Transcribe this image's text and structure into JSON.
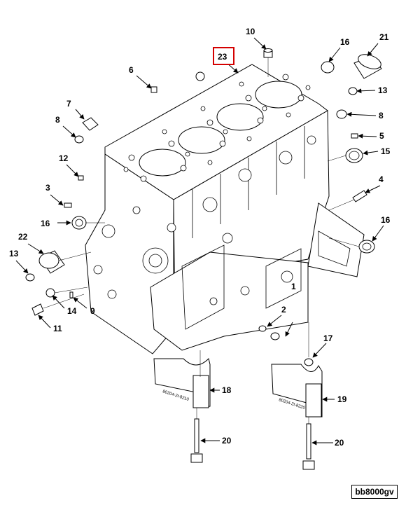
{
  "diagram": {
    "reference_code": "bb8000gv",
    "highlight_color": "#d40000",
    "highlighted_callout": "23",
    "callouts": [
      "1",
      "2",
      "3",
      "4",
      "5",
      "6",
      "7",
      "8",
      "8",
      "9",
      "10",
      "11",
      "12",
      "13",
      "13",
      "14",
      "15",
      "16",
      "16",
      "16",
      "17",
      "18",
      "19",
      "20",
      "20",
      "21",
      "22",
      "23"
    ],
    "cap_stamp_left": "80204-2t-8210",
    "cap_stamp_right": "80204-2t-8220"
  }
}
